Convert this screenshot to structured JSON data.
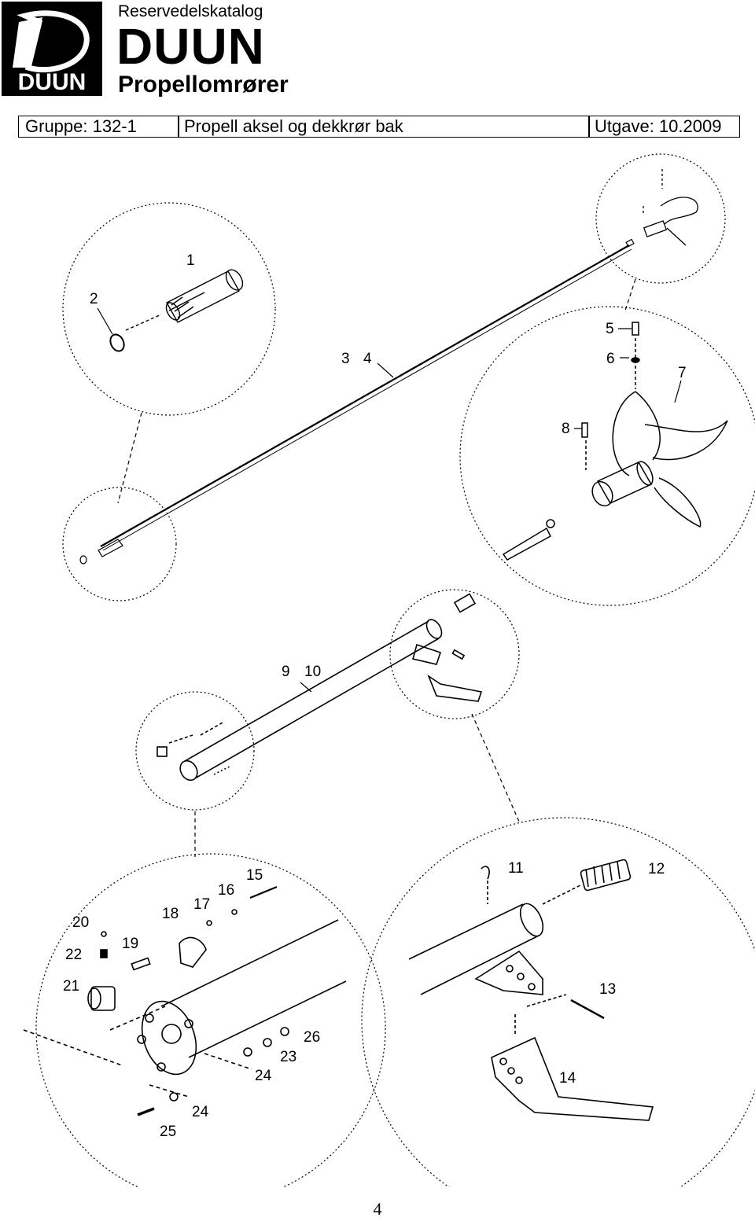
{
  "header": {
    "logo_text": "DUUN",
    "catalog_label": "Reservedelskatalog",
    "brand": "DUUN",
    "product": "Propellomrører"
  },
  "infobar": {
    "group": "Gruppe: 132-1",
    "title": "Propell aksel og dekkrør bak",
    "edition": "Utgave: 10.2009"
  },
  "parts": {
    "p1": "1",
    "p2": "2",
    "p3": "3",
    "p4": "4",
    "p5": "5",
    "p6": "6",
    "p7": "7",
    "p8": "8",
    "p9": "9",
    "p10": "10",
    "p11": "11",
    "p12": "12",
    "p13": "13",
    "p14": "14",
    "p15": "15",
    "p16": "16",
    "p17": "17",
    "p18": "18",
    "p19": "19",
    "p20": "20",
    "p21": "21",
    "p22": "22",
    "p23": "23",
    "p24a": "24",
    "p24b": "24",
    "p25": "25",
    "p26": "26"
  },
  "page_number": "4"
}
